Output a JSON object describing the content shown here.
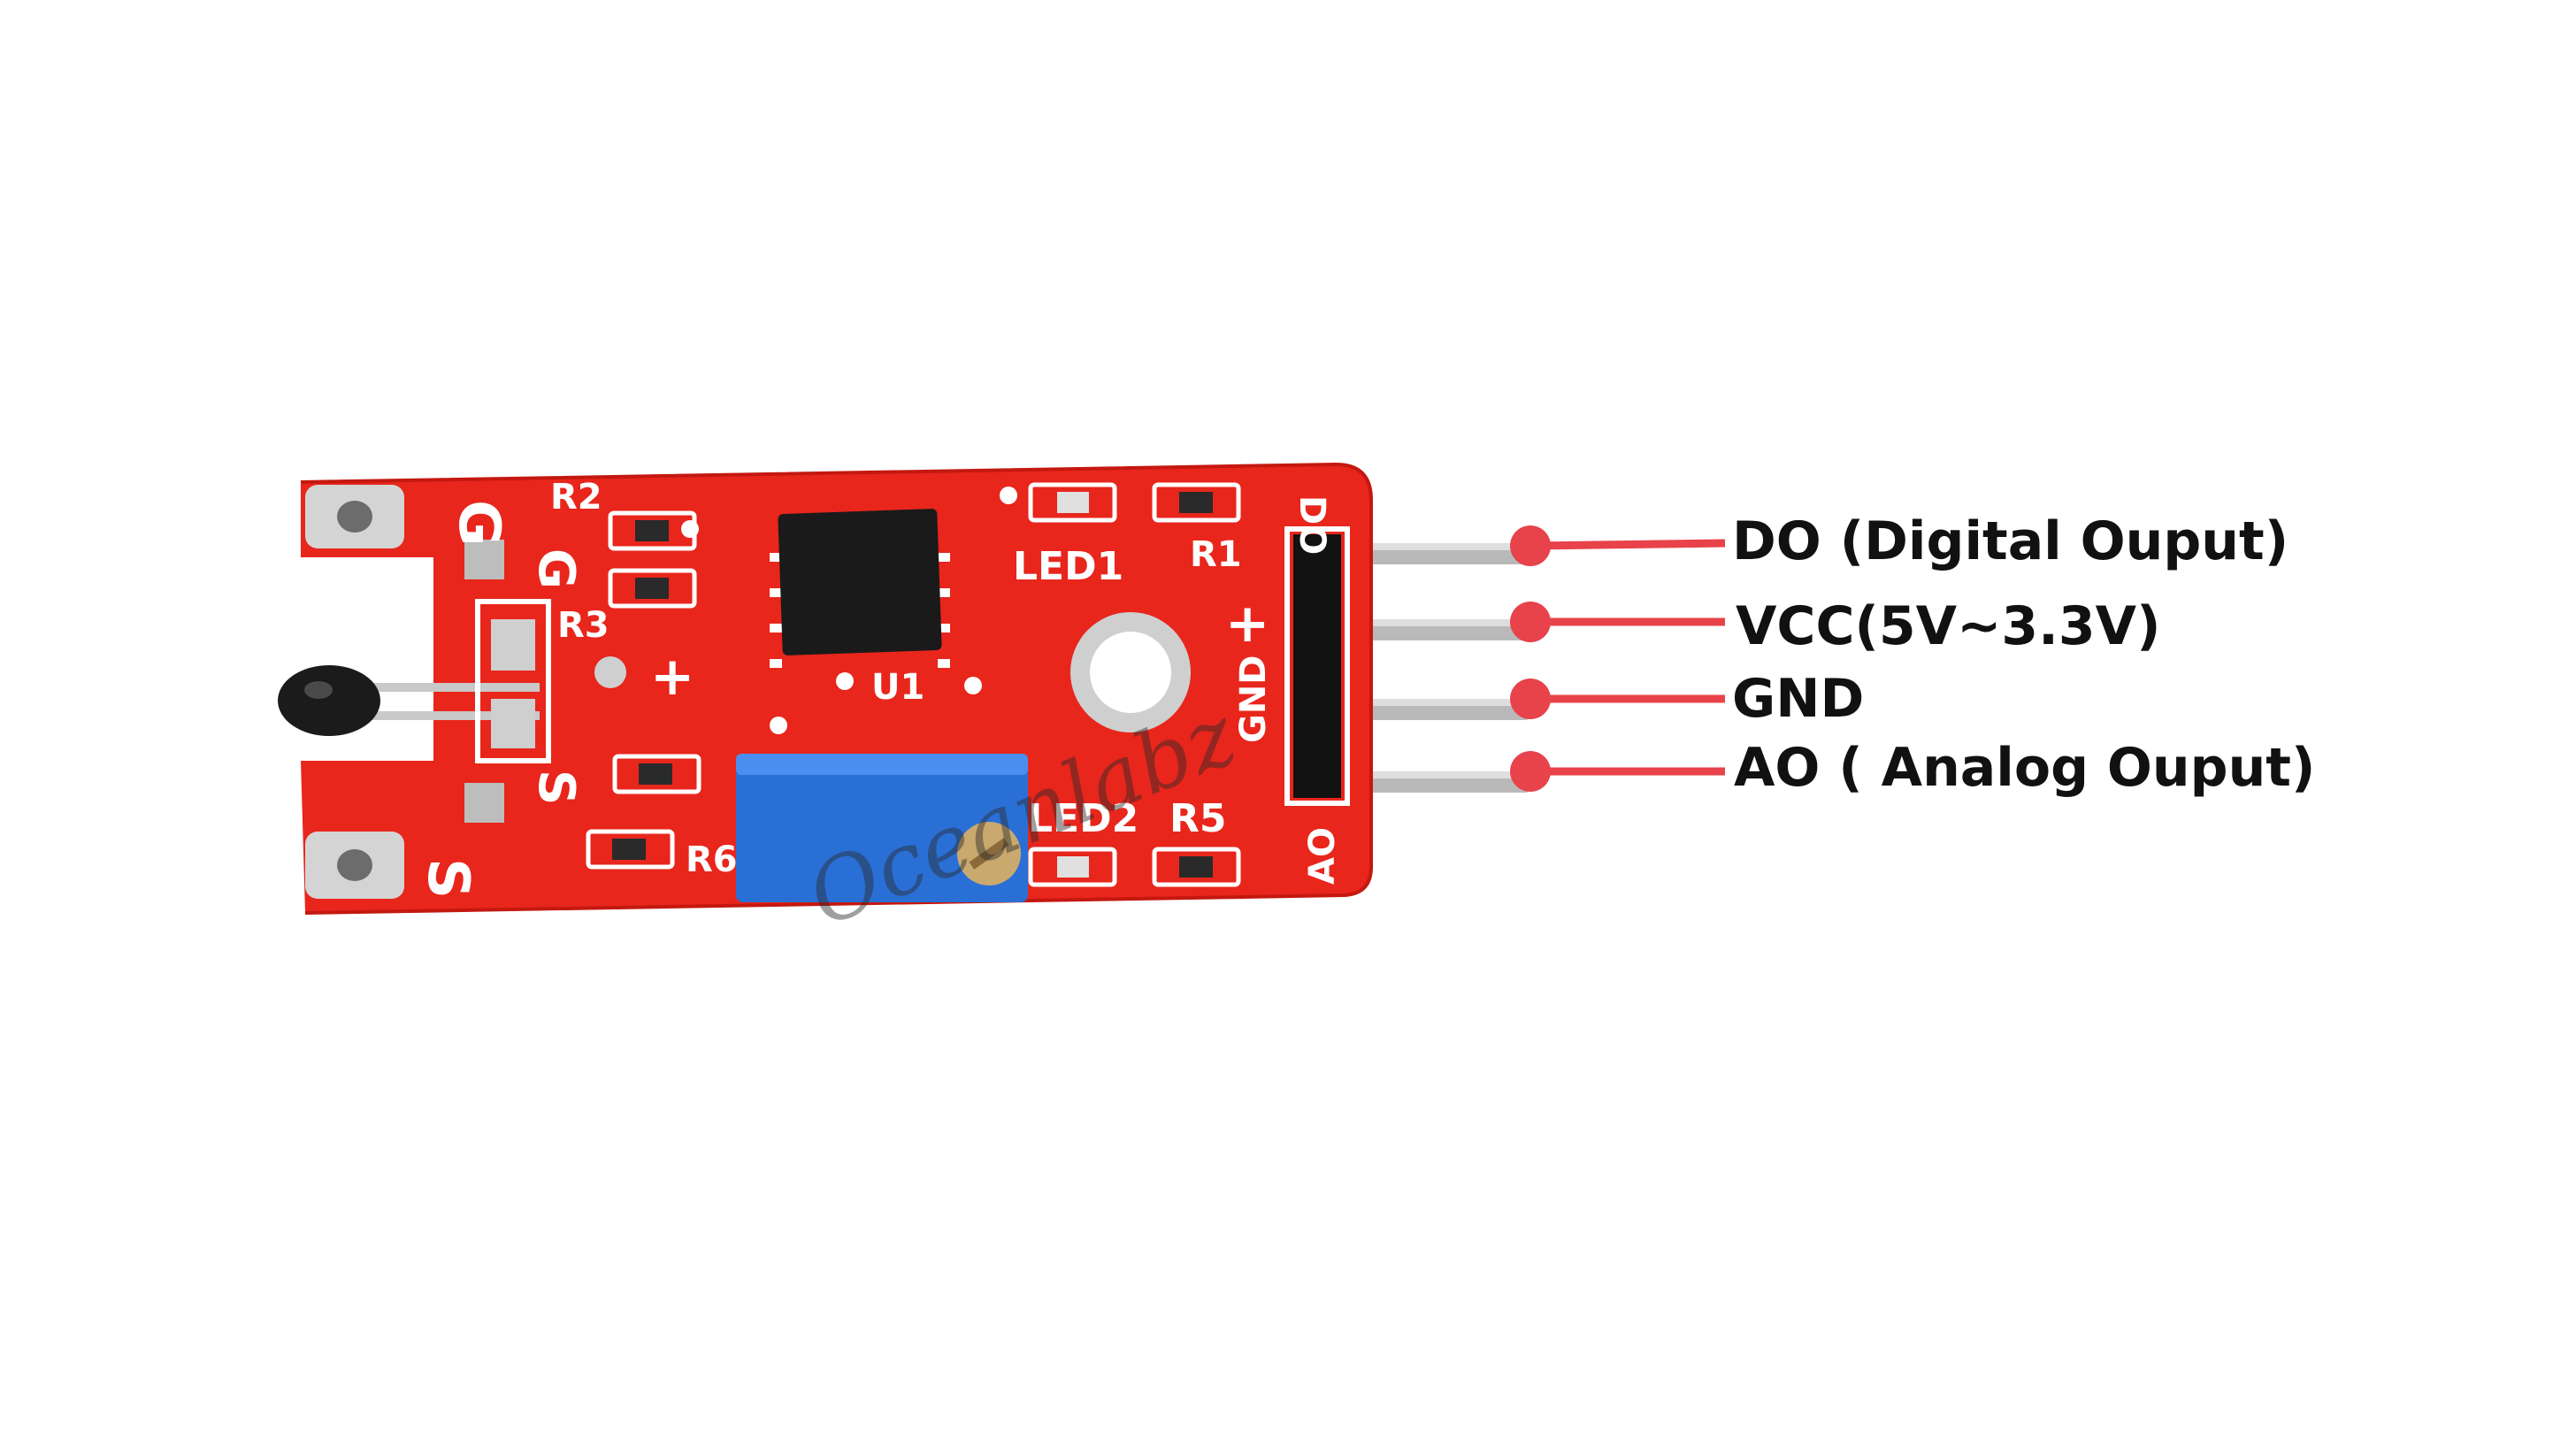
{
  "module": {
    "board_color": "#e8261c",
    "silkscreen": {
      "top_left_g": "G",
      "left_g": "G",
      "left_s": "S",
      "bottom_left_s": "S",
      "r1": "R1",
      "r2": "R2",
      "r3": "R3",
      "r5": "R5",
      "r6": "R6",
      "u1": "U1",
      "led1": "LED1",
      "led2": "LED2",
      "plus_left": "+",
      "plus_right": "+",
      "pin_do": "DO",
      "pin_gnd": "GND",
      "pin_ao": "AO"
    },
    "icons": [
      "thermistor-icon",
      "potentiometer-icon",
      "comparator-chip-icon",
      "header-pins-icon"
    ]
  },
  "watermark": "Oceanlabz",
  "callouts": {
    "dot_color": "#e8424a",
    "line_color": "#e8424a",
    "items": [
      {
        "label": "DO (Digital Ouput)"
      },
      {
        "label": "VCC(5V~3.3V)"
      },
      {
        "label": "GND"
      },
      {
        "label": "AO ( Analog Ouput)"
      }
    ]
  }
}
